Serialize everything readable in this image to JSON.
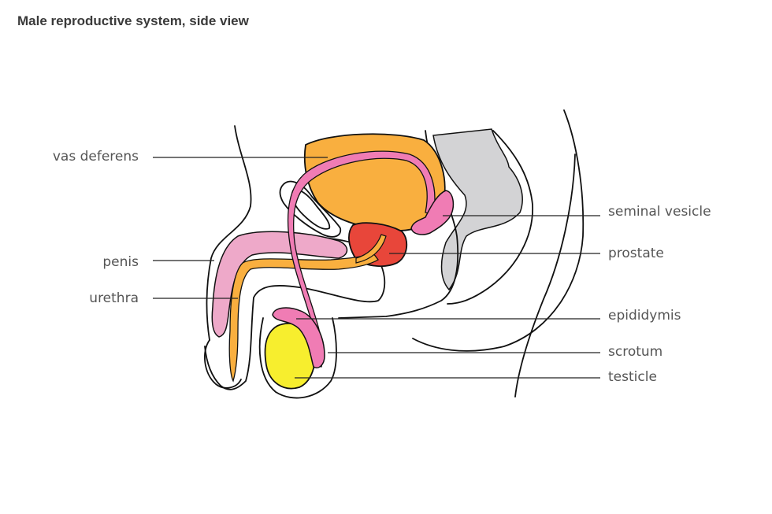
{
  "title": "Male reproductive system, side view",
  "labels": {
    "vas_deferens": "vas deferens",
    "penis": "penis",
    "urethra": "urethra",
    "seminal_vesicle": "seminal vesicle",
    "prostate": "prostate",
    "epididymis": "epididymis",
    "scrotum": "scrotum",
    "testicle": "testicle"
  },
  "colors": {
    "bladder": "#F9AF3F",
    "vas_deferens": "#F07CB4",
    "penis": "#EEA9C9",
    "prostate": "#E8463A",
    "testicle": "#F7EE2E",
    "urethra": "#F9AF3F",
    "rectum": "#D3D3D5"
  }
}
